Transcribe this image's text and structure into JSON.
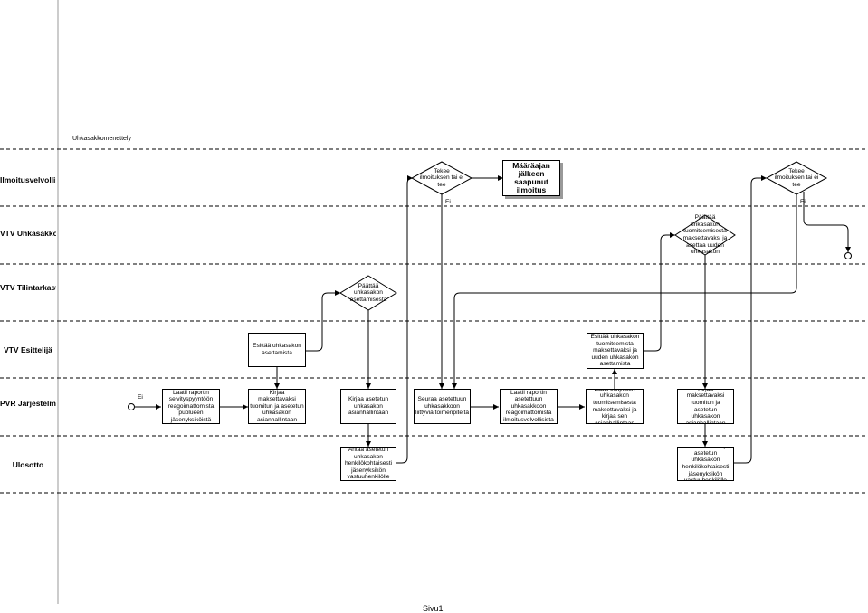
{
  "title": "Uhkasakkomenettely",
  "page_label": "Sivu1",
  "lanes": [
    "Ilmoitusvelvollinen",
    "VTV Uhkasakkolautakunta",
    "VTV Tilintarkastuksen päällikkö",
    "VTV Esittelijä",
    "PVR Järjestelmä",
    "Ulosotto"
  ],
  "nodes": {
    "start_label": "Ei",
    "laatii_raportin_1": "Laatii raportin selvityspyyntöön reagoimattomista puolueen jäsenyksiköistä",
    "kirjaa_maksettavaksi_1": "Kirjaa maksettavaksi tuomitun ja asetetun uhkasakon asianhallintaan",
    "esittaa_asettamista": "Esittää uhkasakon asettamista",
    "paattaa_asettamisesta": "Päättää uhkasakon asettamisesta",
    "kirjaa_asetetun": "Kirjaa asetetun uhkasakon asianhallintaan",
    "antaa_asetetun": "Antaa asetetun uhkasakon henkilökohtaisesti jäsenyksikön vastuuhenkilölle",
    "tekee_ilmoituksen_1": "Tekee ilmoituksen tai ei tee",
    "ei_1": "Ei",
    "maaraajan_jalkeen": "Määräajan jälkeen saapunut ilmoitus",
    "seuraa": "Seuraa asetettuun uhkasakkoon liittyviä toimenpiteitä",
    "laatii_raportin_2": "Laatii raportin asetettuun uhkasakkoon reagoimattomista ilmoitusvelvollisista",
    "laatii_esityksen": "Laatii esityksen uhkasakon tuomitsemisesta maksettavaksi ja kirjaa sen asianhallintaan",
    "esittaa_tuomitsemista": "Esittää uhkasakon tuomitsemista maksettavaksi ja uuden uhkasakon asettamista",
    "paattaa_tuomitsemisesta": "Päättää uhkasakon tuomitsemisesta maksettavaksi ja asettaa uuden uhkasakon",
    "kirjaa_maksettavaksi_2": "Kirjaa maksettavaksi tuomitun ja asetetun uhkasakon asianhallintaan",
    "antaa_tuomitun": "Antaa tuomitun ja asetetun uhkasakon henkilökohtaisesti jäsenyksikön vastuuhenkilölle",
    "tekee_ilmoituksen_2": "Tekee ilmoituksen tai ei tee",
    "ei_2": "Ei"
  }
}
